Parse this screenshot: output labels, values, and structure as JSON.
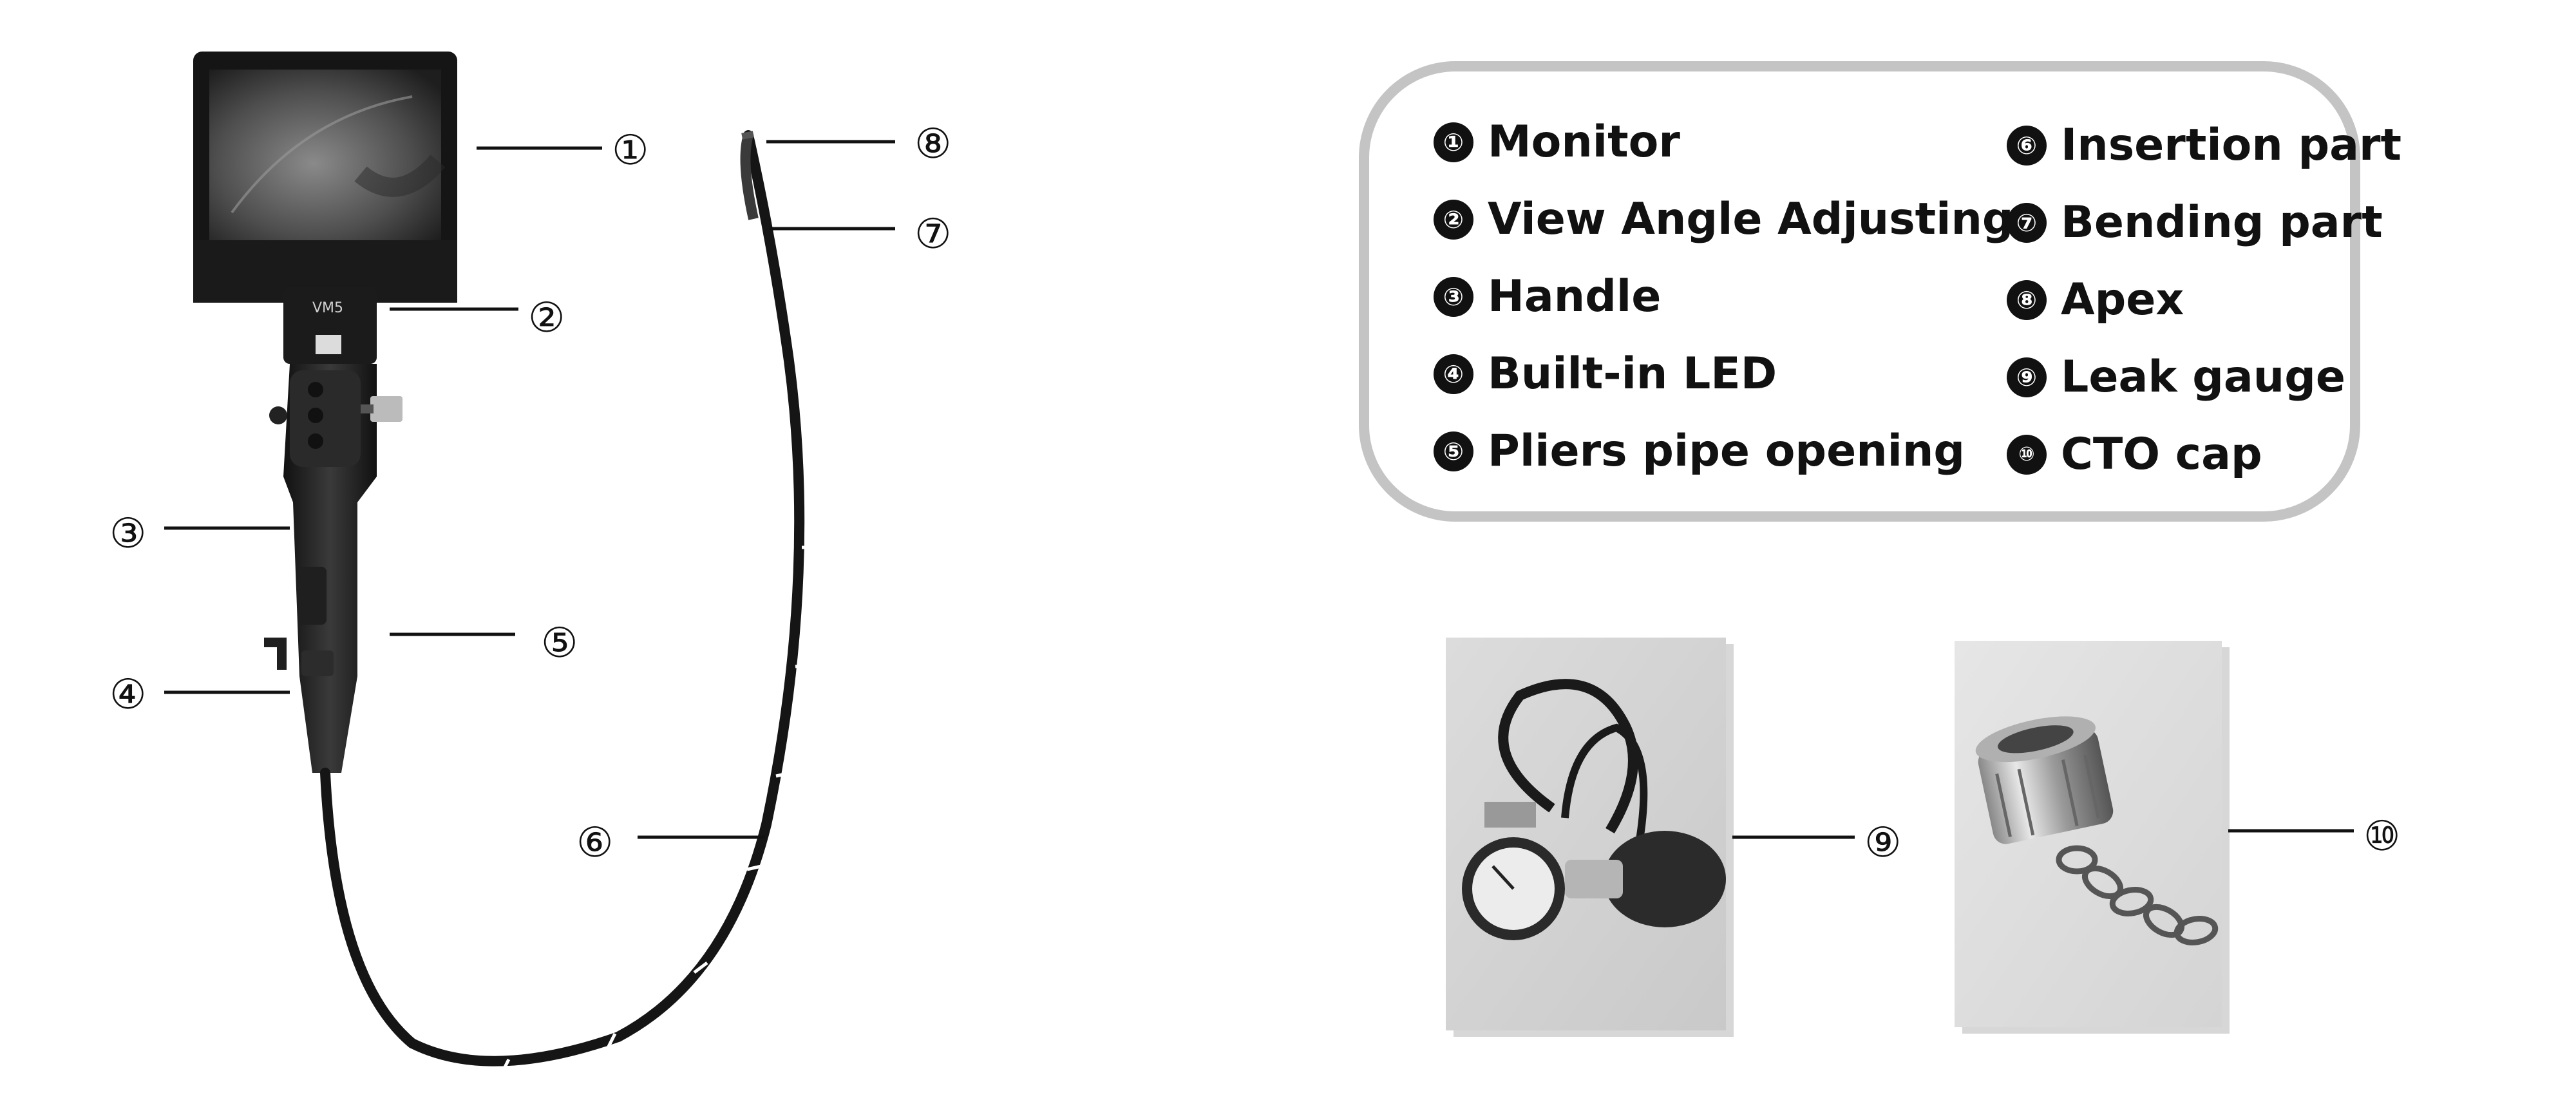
{
  "legend": [
    {
      "number": "①",
      "label": "Monitor"
    },
    {
      "number": "②",
      "label": "View Angle Adjusting"
    },
    {
      "number": "③",
      "label": "Handle"
    },
    {
      "number": "④",
      "label": "Built-in LED"
    },
    {
      "number": "⑤",
      "label": "Pliers pipe opening"
    },
    {
      "number": "⑥",
      "label": "Insertion part"
    },
    {
      "number": "⑦",
      "label": "Bending part"
    },
    {
      "number": "⑧",
      "label": "Apex"
    },
    {
      "number": "⑨",
      "label": "Leak gauge"
    },
    {
      "number": "⑩",
      "label": "CTO cap"
    }
  ],
  "device": {
    "model_label": "VM5"
  },
  "callouts": [
    "①",
    "②",
    "③",
    "④",
    "⑤",
    "⑥",
    "⑦",
    "⑧",
    "⑨",
    "⑩"
  ],
  "colors": {
    "frame": "#c4c4c4",
    "device": "#1a1a1a",
    "ink": "#111111",
    "photo_bg": "#d2d2d2"
  }
}
